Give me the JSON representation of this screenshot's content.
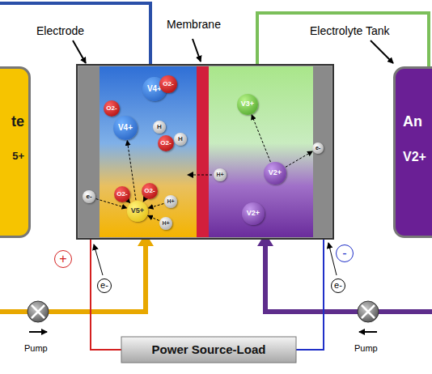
{
  "diagram": {
    "nodes": [
      {
        "text": [
          "te",
          "5+"
        ]
      },
      {
        "text": [
          "V4+"
        ]
      },
      {
        "text": [
          "O2-"
        ]
      },
      {
        "text": [
          "O2-"
        ]
      },
      {
        "text": [
          "V4+"
        ]
      },
      {
        "text": [
          "H"
        ]
      },
      {
        "text": [
          "O2-"
        ]
      },
      {
        "text": [
          "H"
        ]
      },
      {
        "text": [
          "e-"
        ]
      },
      {
        "text": [
          "O2-"
        ]
      },
      {
        "text": [
          "O2-"
        ]
      },
      {
        "text": [
          "H+"
        ]
      },
      {
        "text": [
          "V5+"
        ]
      },
      {
        "text": [
          "H+"
        ]
      },
      {
        "text": [
          "H+"
        ]
      },
      {
        "text": [
          "V3+"
        ]
      },
      {
        "text": [
          "e-"
        ]
      },
      {
        "text": [
          "V2+"
        ]
      },
      {
        "text": [
          "V2+"
        ]
      },
      {
        "text": [
          "An",
          "V2+"
        ]
      },
      {
        "text": [
          "Power Source-Load"
        ]
      },
      {
        "text": [
          "+"
        ]
      },
      {
        "text": [
          "-"
        ]
      },
      {
        "text": [
          "e-"
        ]
      },
      {
        "text": [
          "e-"
        ]
      }
    ],
    "edges": [
      {
        "from": 12,
        "to": 4,
        "arrow": "to"
      },
      {
        "from": 8,
        "to": 12,
        "arrow": "to"
      },
      {
        "from": 9,
        "to": 12,
        "arrow": "to"
      },
      {
        "from": 10,
        "to": 12,
        "arrow": "to"
      },
      {
        "from": 11,
        "to": 12,
        "arrow": "to"
      },
      {
        "from": 13,
        "to": 12,
        "arrow": "to"
      },
      {
        "from": 17,
        "to": 15,
        "arrow": "to"
      },
      {
        "from": 17,
        "to": 16,
        "arrow": "to"
      }
    ],
    "labels": [
      "Electrode",
      "Membrane",
      "Electrolyte Tank",
      "Pump",
      "Pump"
    ]
  }
}
